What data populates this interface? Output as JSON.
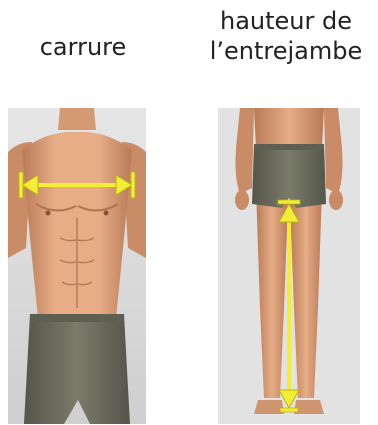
{
  "figure": {
    "items": [
      {
        "label_lines": [
          "carrure"
        ],
        "illustration": "shoulder-width-measurement"
      },
      {
        "label_lines": [
          "hauteur de",
          "l’entrejambe"
        ],
        "illustration": "inseam-height-measurement"
      }
    ]
  },
  "colors": {
    "background": "#ffffff",
    "text": "#222222",
    "skin": "#e0a882",
    "skin_shadow": "#c48866",
    "shorts": "#6f7060",
    "arrow": "#f3ee35",
    "panel_bg": "#d8d8d8"
  }
}
